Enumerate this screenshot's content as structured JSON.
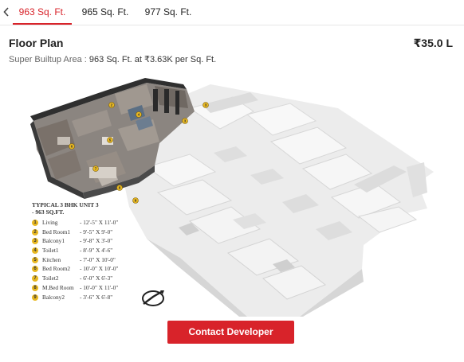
{
  "tabs": {
    "items": [
      {
        "label": "963 Sq. Ft."
      },
      {
        "label": "965 Sq. Ft."
      },
      {
        "label": "977 Sq. Ft."
      }
    ],
    "active_index": 0
  },
  "header": {
    "title": "Floor Plan",
    "price": "₹35.0 L",
    "sub_prefix": "Super Builtup Area : ",
    "sub_detail": "963 Sq. Ft. at ₹3.63K per Sq. Ft."
  },
  "plan": {
    "unit_title": "TYPICAL 3 BHK UNIT 3",
    "unit_area": "- 963 SQ.FT.",
    "rooms": [
      {
        "num": "1",
        "name": "Living",
        "dim": "- 12'-5\" X 11'-0\""
      },
      {
        "num": "2",
        "name": "Bed Room1",
        "dim": "- 9'-5\" X 9'-0\""
      },
      {
        "num": "3",
        "name": "Balcony1",
        "dim": "- 9'-8\" X 3'-0\""
      },
      {
        "num": "4",
        "name": "Toilet1",
        "dim": "- 8'-9\" X 4'-6\""
      },
      {
        "num": "5",
        "name": "Kitchen",
        "dim": "- 7'-0\" X 10'-0\""
      },
      {
        "num": "6",
        "name": "Bed Room2",
        "dim": "- 10'-0\" X 10'-0\""
      },
      {
        "num": "7",
        "name": "Toilet2",
        "dim": "- 6'-0\" X 6'-3\""
      },
      {
        "num": "8",
        "name": "M.Bed Room",
        "dim": "- 10'-0\" X 11'-0\""
      },
      {
        "num": "9",
        "name": "Balcony2",
        "dim": "- 3'-6\" X 6'-8\""
      }
    ],
    "colors": {
      "unit_wall": "#3a3a3a",
      "unit_floor": "#8b8580",
      "marker": "#e8b822",
      "ghost": "#e4e4e4"
    }
  },
  "cta": {
    "label": "Contact Developer",
    "color": "#d8232a"
  }
}
